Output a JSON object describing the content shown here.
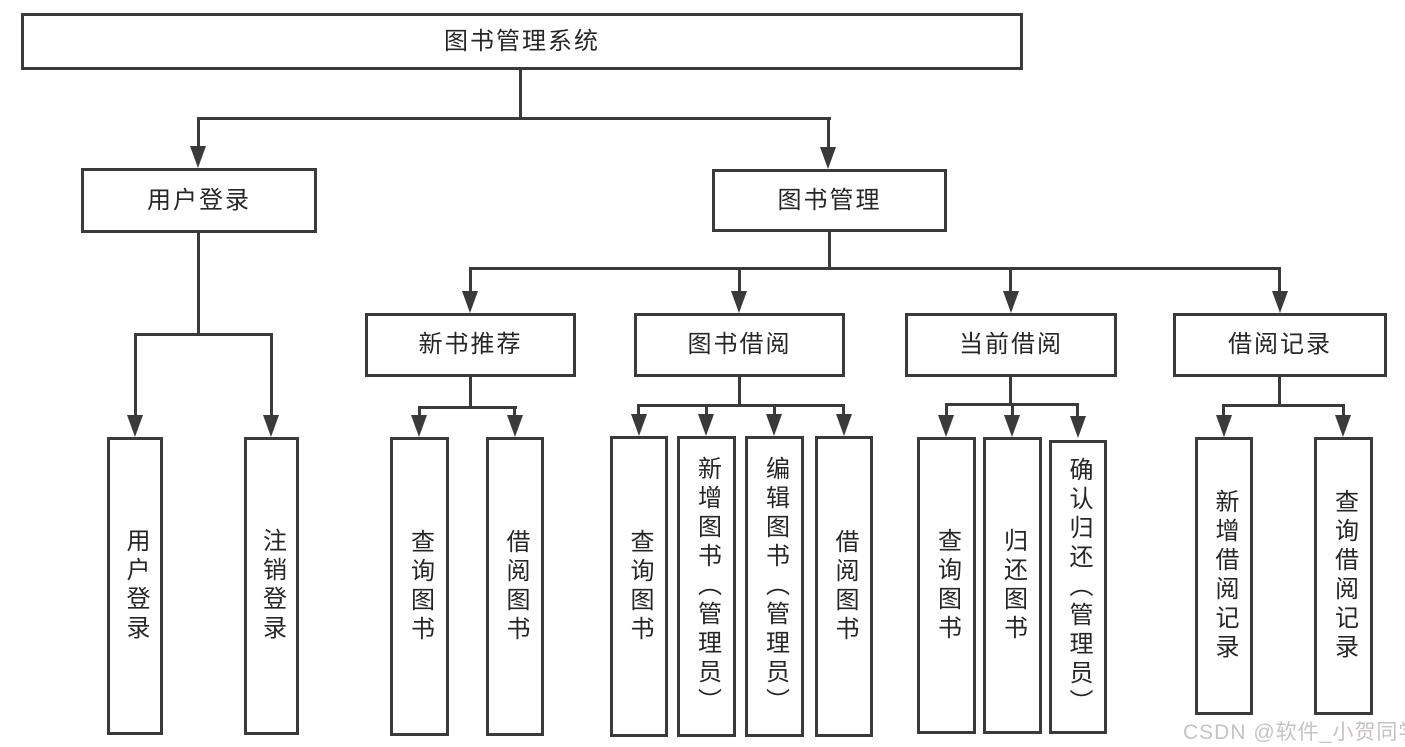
{
  "diagram": {
    "title": "图书管理系统",
    "root": {
      "label": "图书管理系统"
    },
    "level2": [
      {
        "label": "用户登录"
      },
      {
        "label": "图书管理"
      }
    ],
    "level3": [
      {
        "label": "新书推荐",
        "parent": "图书管理"
      },
      {
        "label": "图书借阅",
        "parent": "图书管理"
      },
      {
        "label": "当前借阅",
        "parent": "图书管理"
      },
      {
        "label": "借阅记录",
        "parent": "图书管理"
      }
    ],
    "leaves": [
      {
        "label": "用户登录",
        "parent": "用户登录"
      },
      {
        "label": "注销登录",
        "parent": "用户登录"
      },
      {
        "label": "查询图书",
        "parent": "新书推荐"
      },
      {
        "label": "借阅图书",
        "parent": "新书推荐"
      },
      {
        "label": "查询图书",
        "parent": "图书借阅"
      },
      {
        "label": "新增图书（管理员）",
        "parent": "图书借阅"
      },
      {
        "label": "编辑图书（管理员）",
        "parent": "图书借阅"
      },
      {
        "label": "借阅图书",
        "parent": "图书借阅"
      },
      {
        "label": "查询图书",
        "parent": "当前借阅"
      },
      {
        "label": "归还图书",
        "parent": "当前借阅"
      },
      {
        "label": "确认归还（管理员）",
        "parent": "当前借阅"
      },
      {
        "label": "新增借阅记录",
        "parent": "借阅记录"
      },
      {
        "label": "查询借阅记录",
        "parent": "借阅记录"
      }
    ]
  },
  "watermark": "CSDN @软件_小贺同学",
  "colors": {
    "line": "#3a3a3a",
    "text": "#262626",
    "watermark": "#c8c2c2",
    "background": "#ffffff"
  }
}
